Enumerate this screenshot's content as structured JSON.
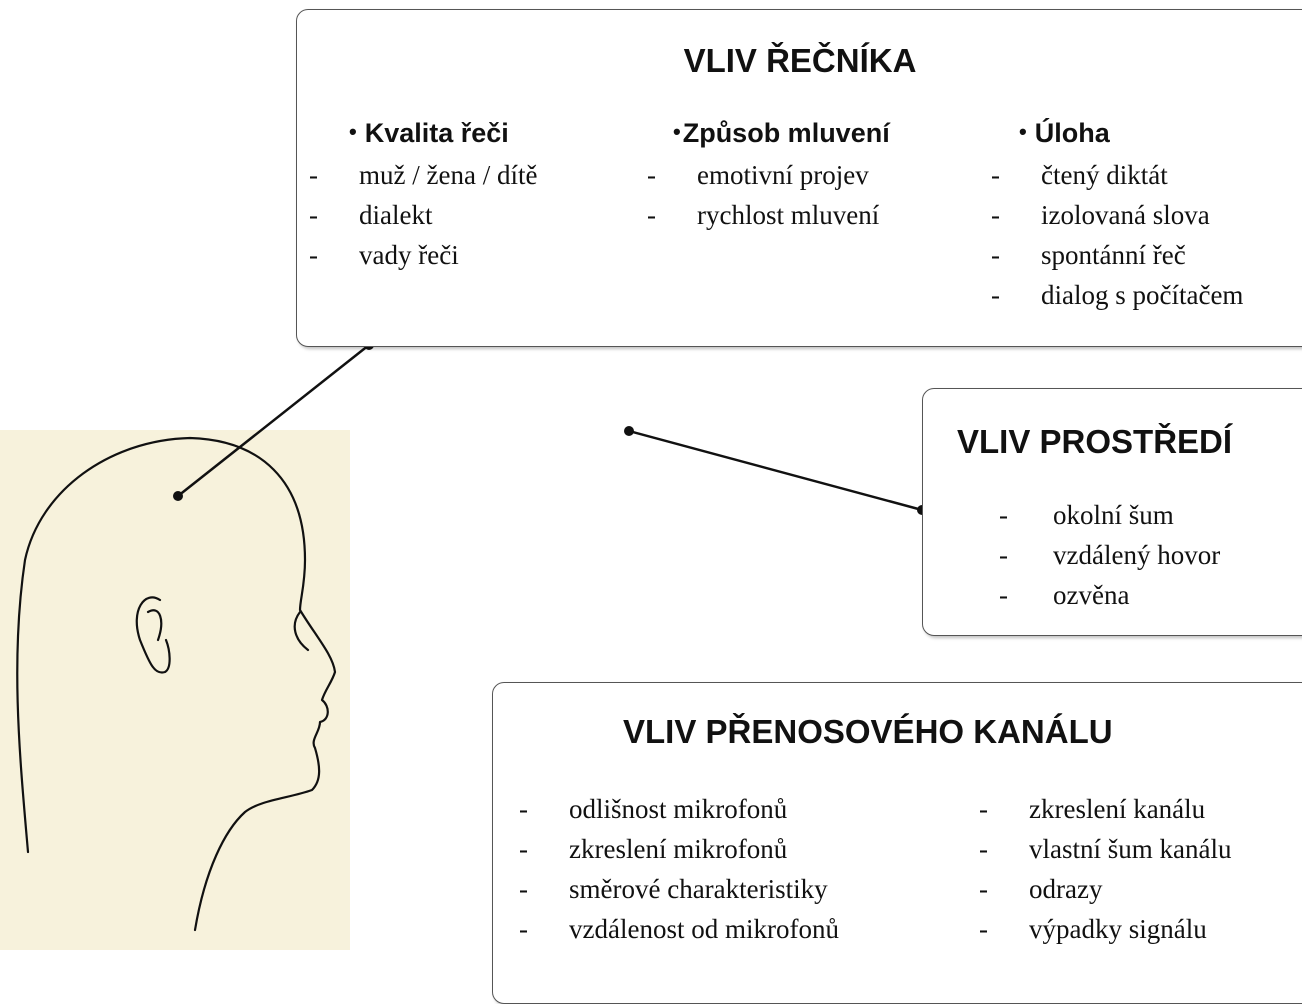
{
  "speaker": {
    "title": "VLIV ŘEČNÍKA",
    "columns": [
      {
        "heading": "Kvalita řeči",
        "items": [
          "muž / žena / dítě",
          "dialekt",
          "vady řeči"
        ]
      },
      {
        "heading": "Způsob mluvení",
        "items": [
          "emotivní projev",
          "rychlost mluvení"
        ]
      },
      {
        "heading": "Úloha",
        "items": [
          "čtený diktát",
          "izolovaná slova",
          "spontánní řeč",
          "dialog s počítačem"
        ]
      }
    ]
  },
  "environment": {
    "title": "VLIV PROSTŘEDÍ",
    "items": [
      "okolní šum",
      "vzdálený hovor",
      "ozvěna"
    ]
  },
  "channel": {
    "title": "VLIV PŘENOSOVÉHO KANÁLU",
    "columns": [
      {
        "items": [
          "odlišnost mikrofonů",
          "zkreslení mikrofonů",
          "směrové charakteristiky",
          "vzdálenost od mikrofonů"
        ]
      },
      {
        "items": [
          "zkreslení kanálu",
          "vlastní šum kanálu",
          "odrazy",
          "výpadky signálu"
        ]
      }
    ]
  },
  "bullet": "•",
  "dash": "-"
}
